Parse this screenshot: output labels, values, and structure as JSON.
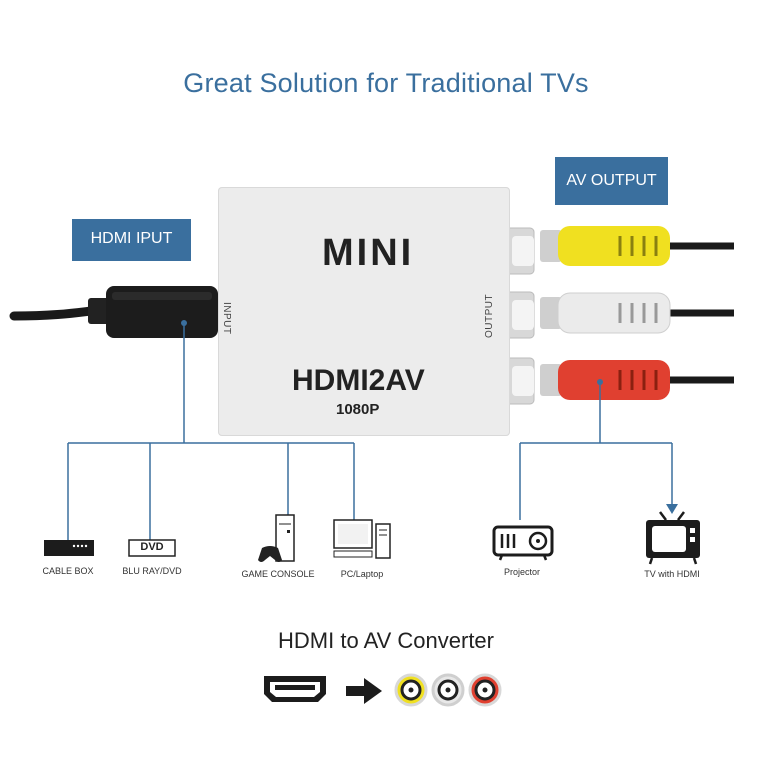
{
  "title": "Great Solution for Traditional TVs",
  "tags": {
    "hdmi_input": "HDMI IPUT",
    "av_output": "AV OUTPUT"
  },
  "converter": {
    "brand": "MINI",
    "model": "HDMI2AV",
    "resolution": "1080P",
    "input_port_label": "INPUT",
    "output_port_label": "OUTPUT"
  },
  "sources": [
    {
      "label": "CABLE BOX",
      "icon": "cable-box-icon"
    },
    {
      "label": "BLU RAY/DVD",
      "icon": "dvd-player-icon",
      "badge": "DVD"
    },
    {
      "label": "GAME CONSOLE",
      "icon": "game-console-icon"
    },
    {
      "label": "PC/Laptop",
      "icon": "pc-icon"
    }
  ],
  "outputs": [
    {
      "label": "Projector",
      "icon": "projector-icon"
    },
    {
      "label": "TV with HDMI",
      "icon": "tv-icon"
    }
  ],
  "bottom_title": "HDMI to AV Converter",
  "colors": {
    "accent": "#3a6f9e",
    "rca_yellow": "#f0e020",
    "rca_white": "#e8e8e8",
    "rca_red": "#e04030"
  }
}
